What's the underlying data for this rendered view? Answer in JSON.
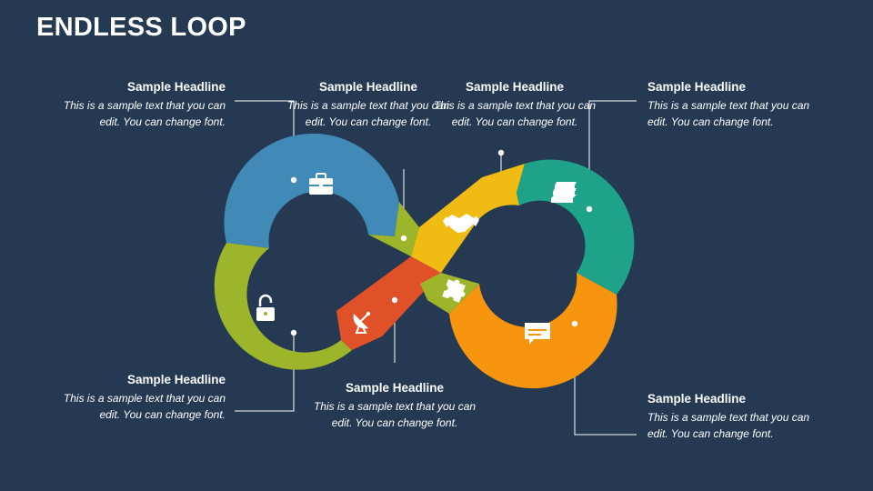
{
  "title": "ENDLESS LOOP",
  "callouts": [
    {
      "headline": "Sample Headline",
      "text": "This is a sample text that you can edit. You can change font."
    },
    {
      "headline": "Sample Headline",
      "text": "This is a sample text that you can edit. You can change font."
    },
    {
      "headline": "Sample Headline",
      "text": "This is a sample text that you can edit. You can change font."
    },
    {
      "headline": "Sample Headline",
      "text": "This is a sample text that you can edit. You can change font."
    },
    {
      "headline": "Sample Headline",
      "text": "This is a sample text that you can edit. You can change font."
    },
    {
      "headline": "Sample Headline",
      "text": "This is a sample text that you can edit. You can change font."
    },
    {
      "headline": "Sample Headline",
      "text": "This is a sample text that you can edit. You can change font."
    }
  ],
  "segments": [
    {
      "name": "briefcase",
      "color": "#4189b6",
      "icon": "briefcase-icon"
    },
    {
      "name": "lock",
      "color": "#9db52a",
      "icon": "unlock-icon"
    },
    {
      "name": "satellite",
      "color": "#e0512a",
      "icon": "satellite-dish-icon"
    },
    {
      "name": "handshake",
      "color": "#f0bb12",
      "icon": "handshake-icon"
    },
    {
      "name": "books",
      "color": "#1ea38a",
      "icon": "books-icon"
    },
    {
      "name": "chat",
      "color": "#f7950e",
      "icon": "chat-bubble-icon"
    },
    {
      "name": "puzzle",
      "color": "#9db52a",
      "icon": "puzzle-icon"
    }
  ]
}
